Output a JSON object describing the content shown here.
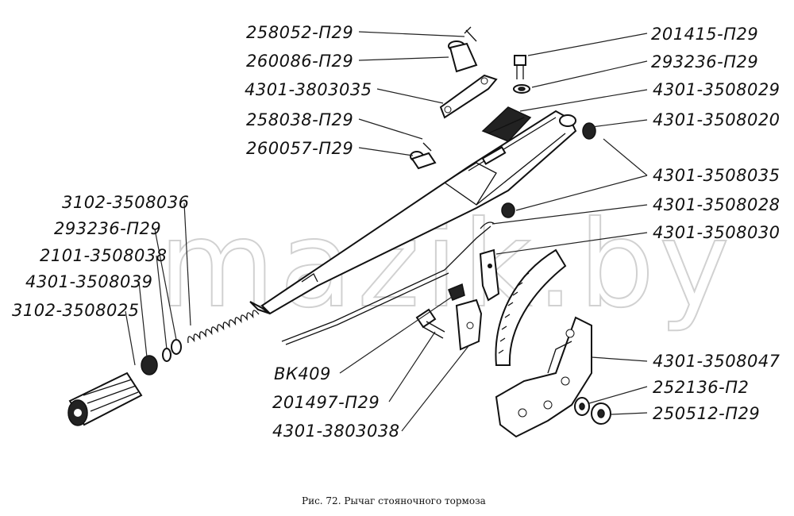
{
  "labels": {
    "l258052": "258052-П29",
    "l260086": "260086-П29",
    "l4301_3803035": "4301-3803035",
    "l258038": "258038-П29",
    "l260057": "260057-П29",
    "l3102_3508036": "3102-3508036",
    "l293236_left": "293236-П29",
    "l2101_3508038": "2101-3508038",
    "l4301_3508039": "4301-3508039",
    "l3102_3508025": "3102-3508025",
    "l201415": "201415-П29",
    "l293236_right": "293236-П29",
    "l4301_3508029": "4301-3508029",
    "l4301_3508020": "4301-3508020",
    "l4301_3508035": "4301-3508035",
    "l4301_3508028": "4301-3508028",
    "l4301_3508030": "4301-3508030",
    "l4301_3508047": "4301-3508047",
    "l252136": "252136-П2",
    "l250512": "250512-П29",
    "lBK409": "ВК409",
    "l201497": "201497-П29",
    "l4301_3803038": "4301-3803038"
  },
  "caption": "Рис. 72. Рычаг стояночного тормоза",
  "watermark": "mazik.by"
}
